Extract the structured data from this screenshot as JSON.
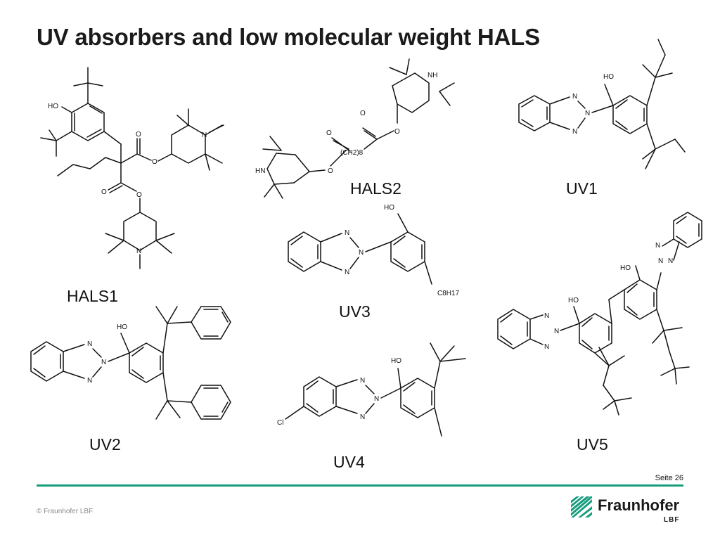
{
  "title": "UV absorbers and low molecular weight HALS",
  "compounds": {
    "hals1": "HALS1",
    "hals2": "HALS2",
    "uv1": "UV1",
    "uv2": "UV2",
    "uv3": "UV3",
    "uv4": "UV4",
    "uv5": "UV5"
  },
  "atoms": {
    "ho": "HO",
    "n": "N",
    "nh": "NH",
    "hn": "HN",
    "o": "O",
    "cl": "Cl",
    "ch2_8": "(CH2)8",
    "c8h17": "C8H17"
  },
  "footer": {
    "page": "Seite 26",
    "copyright": "© Fraunhofer LBF",
    "logo_word": "Fraunhofer",
    "logo_sub": "LBF"
  },
  "colors": {
    "accent": "#179c7d"
  }
}
